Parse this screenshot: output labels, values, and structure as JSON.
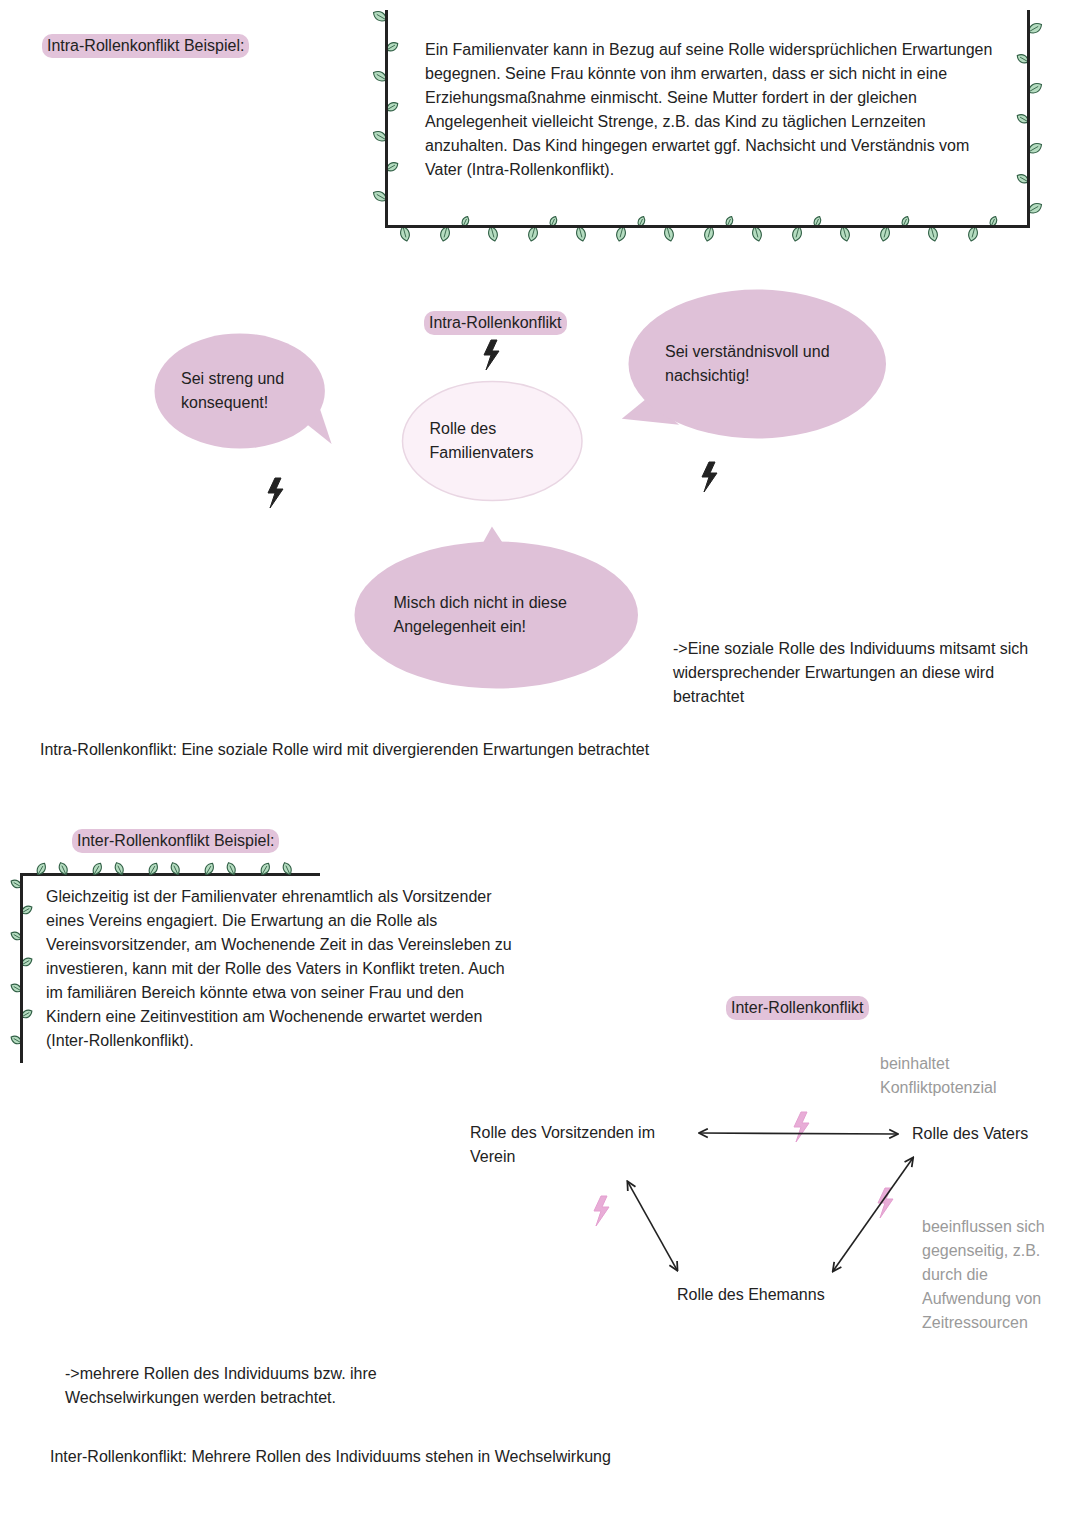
{
  "diagram": {
    "nodes": [
      {
        "text": [
          "Ein Familienvater kann in Bezug auf seine Rolle widersprüchlichen Erwartungen begegnen. Seine Frau könnte von ihm erwarten, dass er sich nicht in eine Erziehungsmaßnahme einmischt. Seine Mutter fordert in der gleichen Angelegenheit vielleicht Strenge, z.B. das Kind zu täglichen Lernzeiten anzuhalten. Das Kind hingegen erwartet ggf. Nachsicht und Verständnis vom Vater (Intra-Rollenkonflikt)."
        ]
      },
      {
        "text": [
          "Sei streng und konsequent!"
        ]
      },
      {
        "text": [
          "Rolle des Familienvaters"
        ]
      },
      {
        "text": [
          "Sei verständnisvoll und nachsichtig!"
        ]
      },
      {
        "text": [
          "Misch dich nicht in diese Angelegenheit ein!"
        ]
      },
      {
        "text": [
          "Gleichzeitig ist der Familienvater ehrenamtlich als Vorsitzender eines Vereins engagiert. Die Erwartung an die Rolle als Vereinsvorsitzender, am Wochenende Zeit in das Vereinsleben zu investieren, kann mit der Rolle des Vaters in Konflikt treten. Auch im familiären Bereich könnte etwa von seiner Frau und den Kindern eine Zeitinvestition am Wochenende erwartet werden (Inter-Rollenkonflikt)."
        ]
      },
      {
        "text": [
          "Rolle des Vorsitzenden im Verein"
        ]
      },
      {
        "text": [
          "Rolle des Vaters"
        ]
      },
      {
        "text": [
          "Rolle des Ehemanns"
        ]
      }
    ],
    "edges": [
      {
        "from": 6,
        "to": 7,
        "arrow": "both"
      },
      {
        "from": 6,
        "to": 8,
        "arrow": "both"
      },
      {
        "from": 7,
        "to": 8,
        "arrow": "both"
      }
    ],
    "labels": [
      "Intra-Rollenkonflikt Beispiel:",
      "Intra-Rollenkonflikt",
      "->Eine soziale Rolle des Individuums mitsamt sich widersprechender Erwartungen an diese wird betrachtet",
      "Intra-Rollenkonflikt: Eine soziale Rolle wird mit divergierenden Erwartungen betrachtet",
      "Inter-Rollenkonflikt Beispiel:",
      "Inter-Rollenkonflikt",
      "beinhaltet Konfliktpotenzial",
      "beeinflussen sich gegenseitig, z.B. durch die Aufwendung von Zeitressourcen",
      "->mehrere Rollen des Individuums bzw. ihre Wechselwirkungen werden betrachtet.",
      "Inter-Rollenkonflikt: Mehrere Rollen des Individuums stehen in Wechselwirkung"
    ]
  }
}
